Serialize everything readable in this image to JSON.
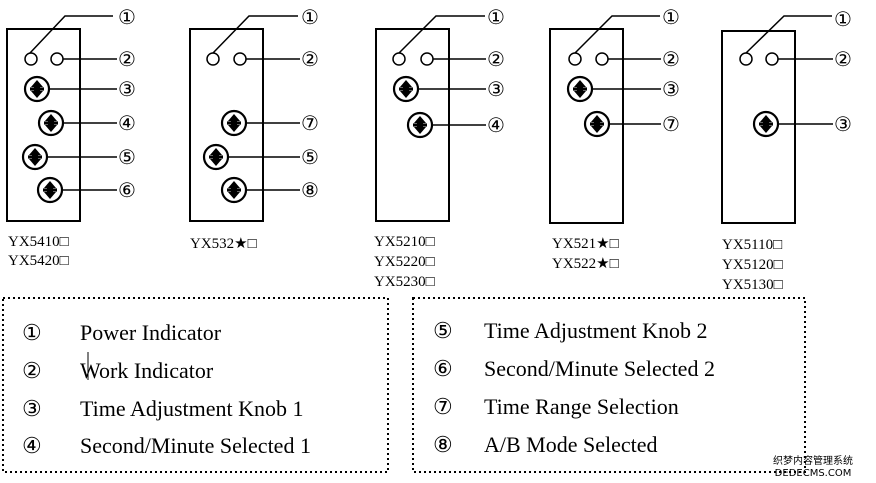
{
  "modules": [
    {
      "models": [
        "YX5410□",
        "YX5420□"
      ],
      "callouts": [
        "①",
        "②",
        "③",
        "④",
        "⑤",
        "⑥"
      ]
    },
    {
      "models": [
        "YX532★□"
      ],
      "callouts": [
        "①",
        "②",
        "⑦",
        "⑤",
        "⑧"
      ]
    },
    {
      "models": [
        "YX5210□",
        "YX5220□",
        "YX5230□"
      ],
      "callouts": [
        "①",
        "②",
        "③",
        "④"
      ]
    },
    {
      "models": [
        "YX521★□",
        "YX522★□"
      ],
      "callouts": [
        "①",
        "②",
        "③",
        "⑦"
      ]
    },
    {
      "models": [
        "YX5110□",
        "YX5120□",
        "YX5130□"
      ],
      "callouts": [
        "①",
        "②",
        "③"
      ]
    }
  ],
  "legend": {
    "left": [
      {
        "num": "①",
        "text": "Power Indicator"
      },
      {
        "num": "②",
        "text": "Work Indicator"
      },
      {
        "num": "③",
        "text": "Time Adjustment Knob 1"
      },
      {
        "num": "④",
        "text": "Second/Minute Selected 1"
      }
    ],
    "right": [
      {
        "num": "⑤",
        "text": "Time Adjustment Knob 2"
      },
      {
        "num": "⑥",
        "text": "Second/Minute Selected 2"
      },
      {
        "num": "⑦",
        "text": "Time Range Selection"
      },
      {
        "num": "⑧",
        "text": "A/B Mode Selected"
      }
    ]
  },
  "watermark": {
    "line1": "织梦内容管理系统",
    "line2": "DEDECMS.COM"
  }
}
